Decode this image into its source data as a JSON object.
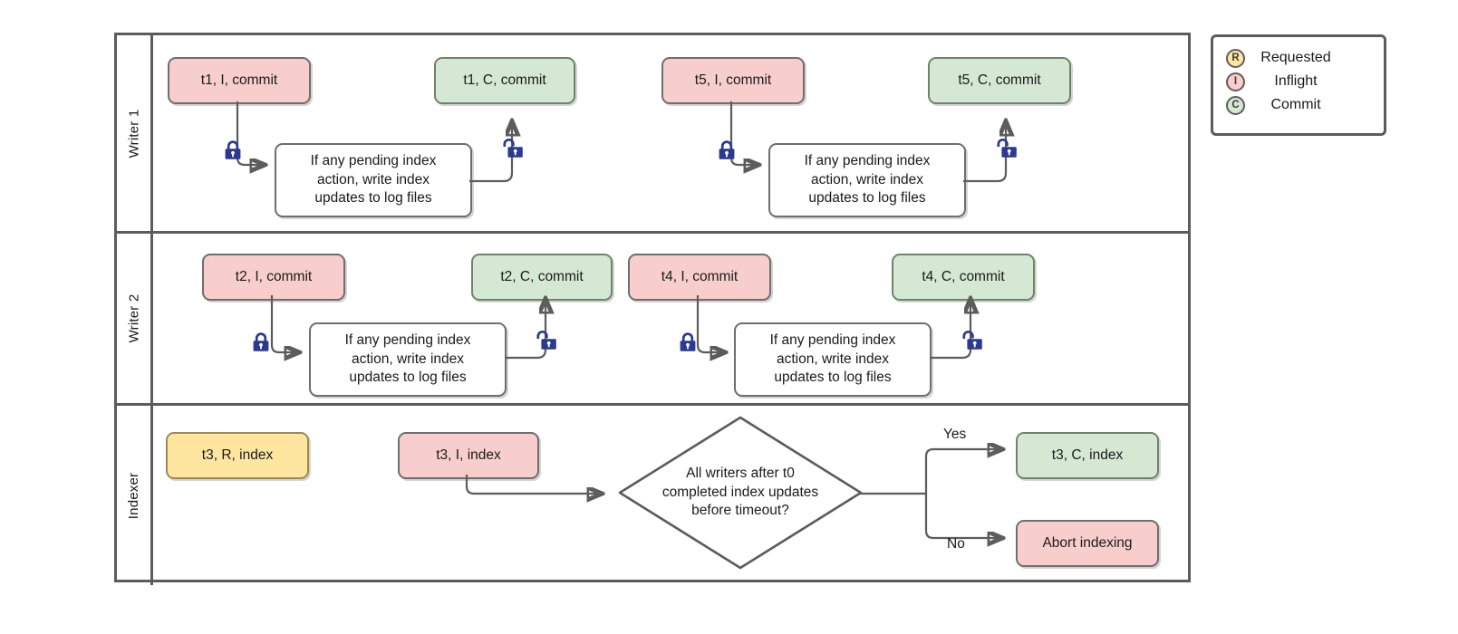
{
  "diagram": {
    "title": "Indexing coordination swimlane flowchart",
    "colors": {
      "inflight_fill": "#f8cecc",
      "commit_fill": "#d5e8d4",
      "requested_fill": "#ffe6a0",
      "plain_fill": "#ffffff",
      "stroke": "#5c5c5c",
      "lock_color": "#2b3a8f"
    },
    "lanes": [
      {
        "id": "writer-1",
        "label": "Writer 1",
        "nodes": [
          {
            "id": "w1-t1-i",
            "label": "t1, I, commit",
            "state": "inflight"
          },
          {
            "id": "w1-proc-1",
            "label": "If any pending index\naction, write index\nupdates to log files",
            "state": "process"
          },
          {
            "id": "w1-t1-c",
            "label": "t1, C, commit",
            "state": "commit"
          },
          {
            "id": "w1-t5-i",
            "label": "t5, I, commit",
            "state": "inflight"
          },
          {
            "id": "w1-proc-2",
            "label": "If any pending index\naction, write index\nupdates to log files",
            "state": "process"
          },
          {
            "id": "w1-t5-c",
            "label": "t5, C, commit",
            "state": "commit"
          }
        ],
        "locks": [
          {
            "id": "w1-lock-1",
            "kind": "locked"
          },
          {
            "id": "w1-lock-2",
            "kind": "unlocked"
          },
          {
            "id": "w1-lock-3",
            "kind": "locked"
          },
          {
            "id": "w1-lock-4",
            "kind": "unlocked"
          }
        ]
      },
      {
        "id": "writer-2",
        "label": "Writer 2",
        "nodes": [
          {
            "id": "w2-t2-i",
            "label": "t2, I, commit",
            "state": "inflight"
          },
          {
            "id": "w2-proc-1",
            "label": "If any pending index\naction, write index\nupdates to log files",
            "state": "process"
          },
          {
            "id": "w2-t2-c",
            "label": "t2, C, commit",
            "state": "commit"
          },
          {
            "id": "w2-t4-i",
            "label": "t4, I, commit",
            "state": "inflight"
          },
          {
            "id": "w2-proc-2",
            "label": "If any pending index\naction, write index\nupdates to log files",
            "state": "process"
          },
          {
            "id": "w2-t4-c",
            "label": "t4, C, commit",
            "state": "commit"
          }
        ],
        "locks": [
          {
            "id": "w2-lock-1",
            "kind": "locked"
          },
          {
            "id": "w2-lock-2",
            "kind": "unlocked"
          },
          {
            "id": "w2-lock-3",
            "kind": "locked"
          },
          {
            "id": "w2-lock-4",
            "kind": "unlocked"
          }
        ]
      },
      {
        "id": "indexer",
        "label": "Indexer",
        "nodes": [
          {
            "id": "ix-t3-r",
            "label": "t3, R, index",
            "state": "requested"
          },
          {
            "id": "ix-t3-i",
            "label": "t3, I, index",
            "state": "inflight"
          },
          {
            "id": "ix-decision",
            "label": "All writers after t0\ncompleted index updates\nbefore timeout?",
            "state": "decision"
          },
          {
            "id": "ix-t3-c",
            "label": "t3, C, index",
            "state": "commit"
          },
          {
            "id": "ix-abort",
            "label": "Abort indexing",
            "state": "inflight"
          }
        ],
        "edge_labels": [
          {
            "id": "edge-yes",
            "label": "Yes"
          },
          {
            "id": "edge-no",
            "label": "No"
          }
        ]
      }
    ]
  },
  "legend": {
    "items": [
      {
        "badge": "R",
        "label": "Requested",
        "color": "#ffe6a0"
      },
      {
        "badge": "I",
        "label": "Inflight",
        "color": "#f8cecc"
      },
      {
        "badge": "C",
        "label": "Commit",
        "color": "#d5e8d4"
      }
    ]
  }
}
